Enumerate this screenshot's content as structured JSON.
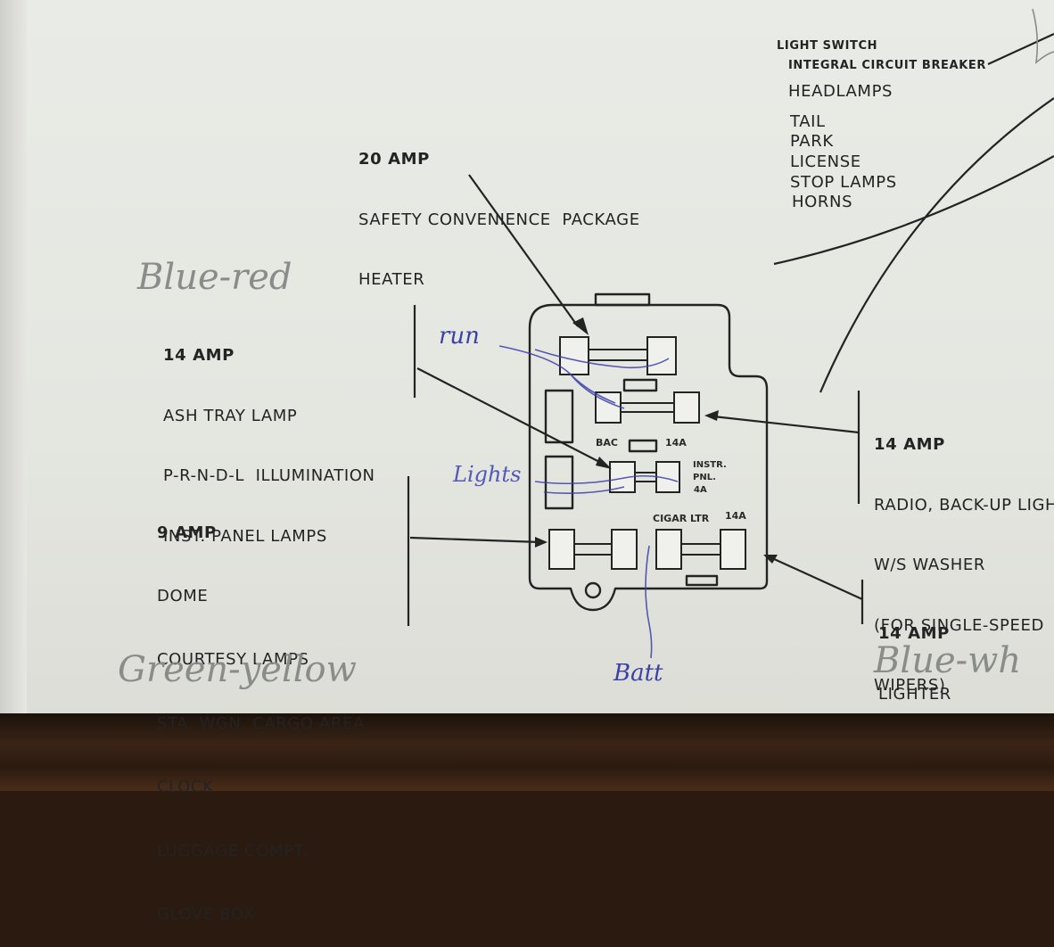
{
  "light_switch": {
    "title": "LIGHT SWITCH",
    "sub": "INTEGRAL CIRCUIT BREAKER",
    "items": [
      "HEADLAMPS",
      "TAIL",
      "PARK",
      "LICENSE",
      "STOP LAMPS",
      "HORNS"
    ]
  },
  "fuse_20": {
    "title": "20 AMP",
    "items": [
      "SAFETY CONVENIENCE  PACKAGE",
      "HEATER"
    ]
  },
  "fuse_14_ash": {
    "title": "14 AMP",
    "items": [
      "ASH TRAY LAMP",
      "P-R-N-D-L  ILLUMINATION",
      "INST. PANEL LAMPS"
    ]
  },
  "fuse_9": {
    "title": "9 AMP",
    "items": [
      "DOME",
      "COURTESY LAMPS",
      "STA. WGN. CARGO AREA",
      "CLOCK",
      "LUGGAGE COMPT.",
      "GLOVE BOX"
    ]
  },
  "fuse_14_radio": {
    "title": "14 AMP",
    "items": [
      "RADIO, BACK-UP LIGH",
      "W/S WASHER",
      "(FOR SINGLE-SPEED",
      "WIPERS)"
    ]
  },
  "fuse_14_lighter": {
    "title": "14 AMP",
    "items": [
      "LIGHTER"
    ]
  },
  "box_labels": {
    "bac": "BAC",
    "bac_amp": "14A",
    "instr_1": "INSTR.",
    "instr_2": "PNL.",
    "instr_3": "4A",
    "cigar": "CIGAR LTR",
    "cigar_amp": "14A"
  },
  "handwritten": {
    "blue_red": "Blue-red",
    "run": "run",
    "lights": "Lights",
    "green_yellow": "Green-yellow",
    "batt": "Batt",
    "blue_white": "Blue-wh"
  },
  "colors": {
    "ink": "#232323",
    "pencil": "#8a8c8a",
    "blue_pen": "#3b3fa8"
  }
}
